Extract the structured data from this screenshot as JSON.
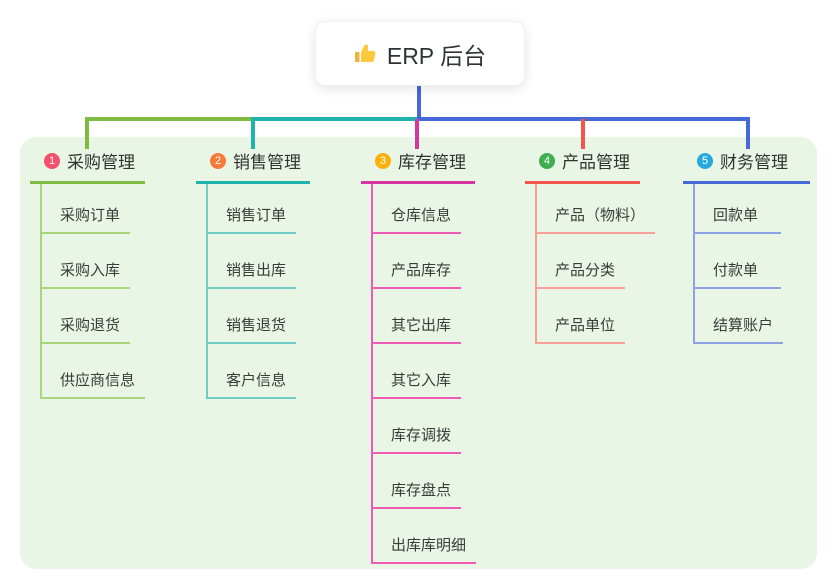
{
  "root": {
    "label": "ERP 后台",
    "icon": "thumbs-up-icon",
    "icon_color": "#FFC83D"
  },
  "connector_color": "#4668D9",
  "panel_color": "#EAF6E5",
  "branches": [
    {
      "index": "1",
      "label": "采购管理",
      "color": "#7EBB40",
      "light_color": "#A9D57F",
      "badge_color": "#F4516C",
      "children": [
        "采购订单",
        "采购入库",
        "采购退货",
        "供应商信息"
      ]
    },
    {
      "index": "2",
      "label": "销售管理",
      "color": "#1EB3AB",
      "light_color": "#6FCCC6",
      "badge_color": "#F87A3B",
      "children": [
        "销售订单",
        "销售出库",
        "销售退货",
        "客户信息"
      ]
    },
    {
      "index": "3",
      "label": "库存管理",
      "color": "#D6369F",
      "light_color": "#EF5AB5",
      "badge_color": "#FBB00C",
      "children": [
        "仓库信息",
        "产品库存",
        "其它出库",
        "其它入库",
        "库存调拨",
        "库存盘点",
        "出库库明细"
      ]
    },
    {
      "index": "4",
      "label": "产品管理",
      "color": "#F3544E",
      "light_color": "#F9A09A",
      "badge_color": "#3FAE4E",
      "children": [
        "产品（物料）",
        "产品分类",
        "产品单位"
      ]
    },
    {
      "index": "5",
      "label": "财务管理",
      "color": "#4668D9",
      "light_color": "#8DA2E2",
      "badge_color": "#27A9E0",
      "children": [
        "回款单",
        "付款单",
        "结算账户"
      ]
    }
  ]
}
